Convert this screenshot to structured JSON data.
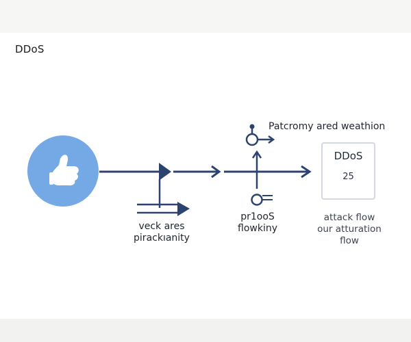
{
  "title": "DDoS",
  "top_label": "Patcromy ared weathion",
  "left_label_line1": "veck ares",
  "left_label_line2": "pirackıanity",
  "middle_label_line1": "pr1ooS",
  "middle_label_line2": "flowkiny",
  "card": {
    "title": "DDoS",
    "value": "25"
  },
  "right_label_line1": "attack flow",
  "right_label_line2": "our atturation",
  "right_label_line3": "flow",
  "colors": {
    "arrow": "#2c4370",
    "circle_fill": "#74a9e6",
    "circle_glyph": "#ffffff",
    "card_border": "#d2d7e0"
  },
  "icons": {
    "circle_glyph": "thumbs-up-icon"
  }
}
